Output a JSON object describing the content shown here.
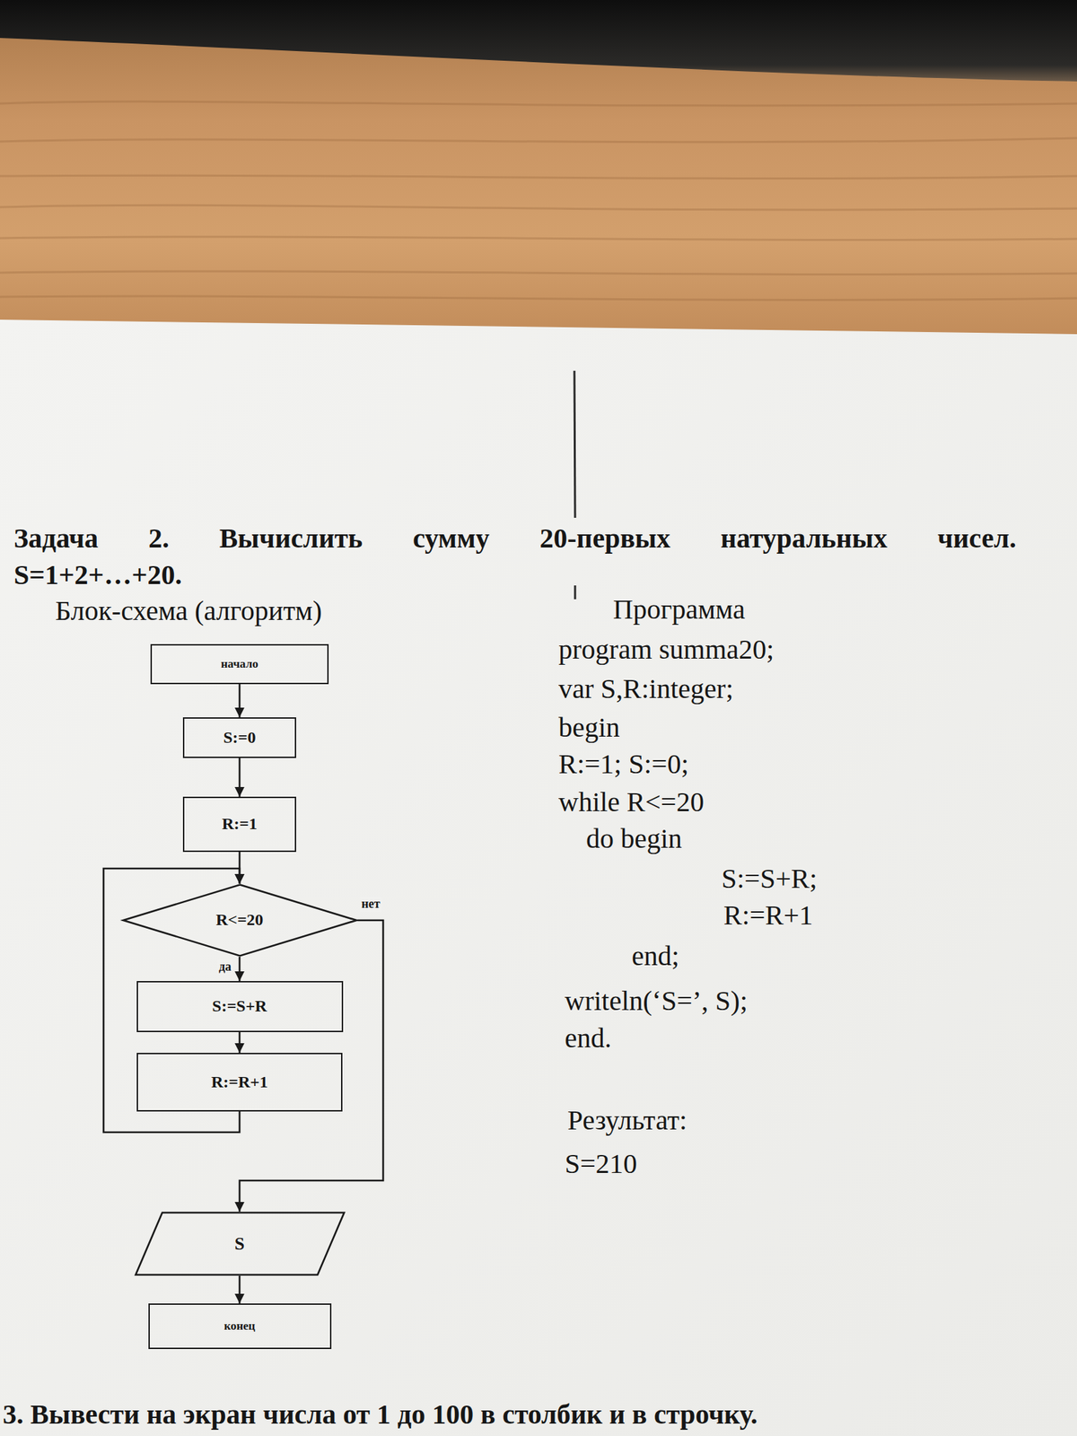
{
  "diagram": {
    "title": "Задача 2. Вычислить сумму 20-первых натуральных чисел.",
    "nodes": [
      {
        "text": [
          "начало"
        ]
      },
      {
        "text": [
          "S:=0"
        ]
      },
      {
        "text": [
          "R:=1"
        ]
      },
      {
        "text": [
          "R<=20"
        ]
      },
      {
        "text": [
          "S:=S+R"
        ]
      },
      {
        "text": [
          "R:=R+1"
        ]
      },
      {
        "text": [
          "S"
        ]
      },
      {
        "text": [
          "конец"
        ]
      }
    ],
    "edges": [
      {
        "from": 0,
        "to": 1,
        "arrow": "to"
      },
      {
        "from": 1,
        "to": 2,
        "arrow": "to"
      },
      {
        "from": 2,
        "to": 3,
        "arrow": "to"
      },
      {
        "from": 3,
        "to": 4,
        "label": "да",
        "arrow": "to"
      },
      {
        "from": 4,
        "to": 5,
        "arrow": "to"
      },
      {
        "from": 5,
        "to": 3,
        "arrow": "to"
      },
      {
        "from": 3,
        "to": 6,
        "label": "нет",
        "arrow": "to"
      },
      {
        "from": 6,
        "to": 7,
        "arrow": "to"
      }
    ],
    "labels": [
      "S=1+2+…+20.",
      "Блок-схема (алгоритм)",
      "Программа",
      "program summa20;",
      "var S,R:integer;",
      "begin",
      "R:=1; S:=0;",
      "while R<=20",
      "do begin",
      "S:=S+R;",
      "R:=R+1",
      "end;",
      "writeln(‘S=’, S);",
      "end.",
      "Результат:",
      "S=210",
      "3. Вывести на экран числа от 1 до 100 в столбик и в строчку."
    ]
  }
}
